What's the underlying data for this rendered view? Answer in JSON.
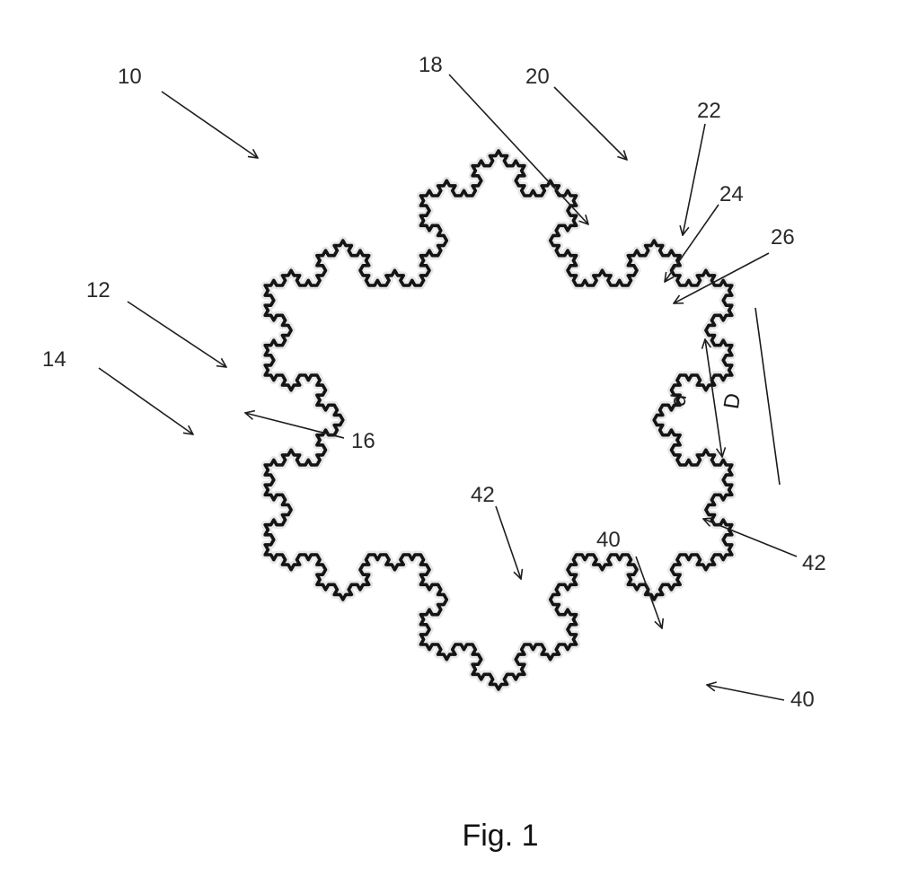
{
  "figure": {
    "caption": "Fig. 1",
    "reference_numerals": [
      "10",
      "18",
      "20",
      "22",
      "24",
      "26",
      "12",
      "14",
      "16",
      "42",
      "40",
      "42",
      "40"
    ],
    "dimension_labels": {
      "inner": "d",
      "outer": "D"
    }
  },
  "colors": {
    "ink": "#141414",
    "halo": "#d4d4d4",
    "background": "#ffffff"
  }
}
